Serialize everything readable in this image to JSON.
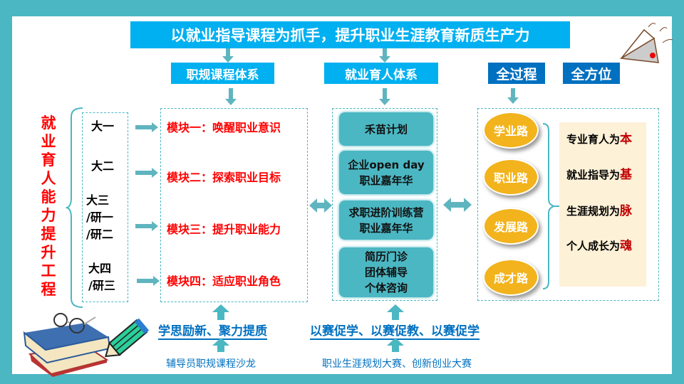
{
  "title": "以就业指导课程为抓手，提升职业生涯教育新质生产力",
  "headers": {
    "course_system": "职规课程体系",
    "education_system": "就业育人体系",
    "whole_process": "全过程",
    "all_round": "全方位"
  },
  "project_title": "就业育人能力提升工程",
  "grades": [
    "大一",
    "大二",
    "大三\n/研一\n/研二",
    "大四\n/研三"
  ],
  "modules": [
    "模块一：唤醒职业意识",
    "模块二：探索职业目标",
    "模块三：提升职业能力",
    "模块四：适应职业角色"
  ],
  "programs": [
    [
      "禾苗计划"
    ],
    [
      "企业open day",
      "职业嘉年华"
    ],
    [
      "求职进阶训练营",
      "职业嘉年华"
    ],
    [
      "简历门诊",
      "团体辅导",
      "个体咨询"
    ]
  ],
  "paths": [
    "学业路",
    "职业路",
    "发展路",
    "成才路"
  ],
  "mottos": [
    {
      "text": "专业育人为",
      "key": "本"
    },
    {
      "text": "就业指导为",
      "key": "基"
    },
    {
      "text": "生涯规划为",
      "key": "脉"
    },
    {
      "text": "个人成长为",
      "key": "魂"
    }
  ],
  "bottom": {
    "left_slogan": "学思励新、聚力提质",
    "left_source": "辅导员职规课程沙龙",
    "right_slogan": "以赛促学、以赛促教、以赛促学",
    "right_source": "职业生涯规划大赛、创新创业大赛"
  },
  "colors": {
    "teal": "#4bb7c3",
    "blue": "#00b0f0",
    "dark_blue": "#0070c0",
    "red": "#ff0000",
    "orange": "#f2b31c"
  }
}
